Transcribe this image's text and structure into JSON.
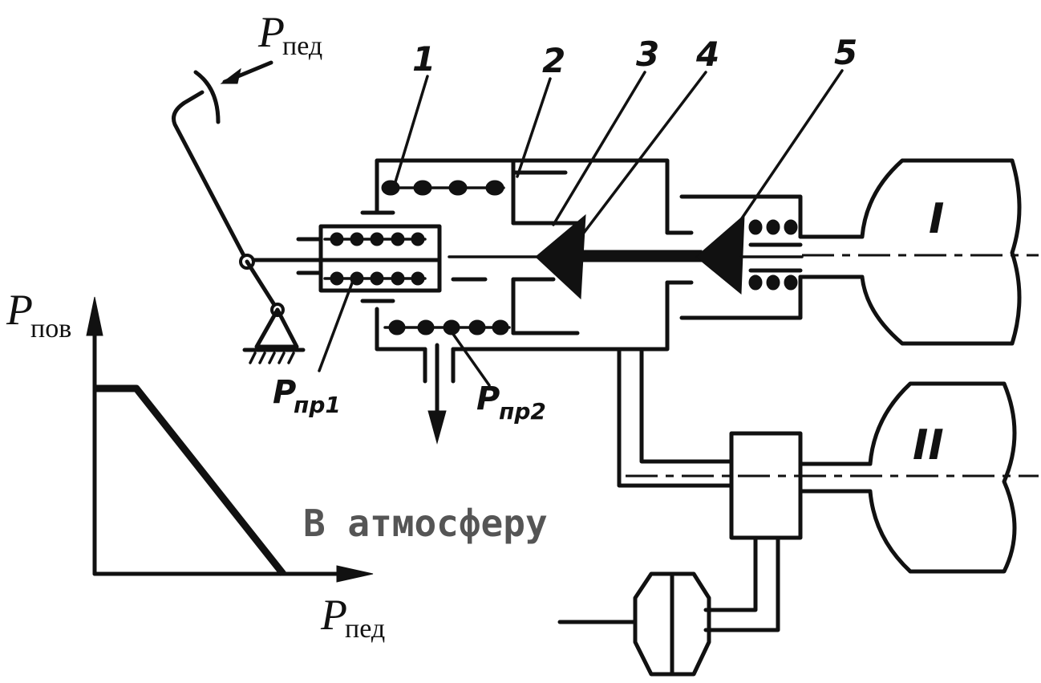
{
  "labels": {
    "p": "P",
    "ped_sub": "пед",
    "pov_sub": "пов",
    "callout_1": "1",
    "callout_2": "2",
    "callout_3": "3",
    "callout_4": "4",
    "callout_5": "5",
    "roman_1": "I",
    "roman_2": "II",
    "spring_p_letter": "P",
    "spring_pr1_sub": "пр1",
    "spring_pr2_sub": "пр2",
    "atmosphere": "В атмосферу"
  },
  "colors": {
    "ink": "#111111",
    "stamp": "#555555",
    "background": "#ffffff"
  }
}
